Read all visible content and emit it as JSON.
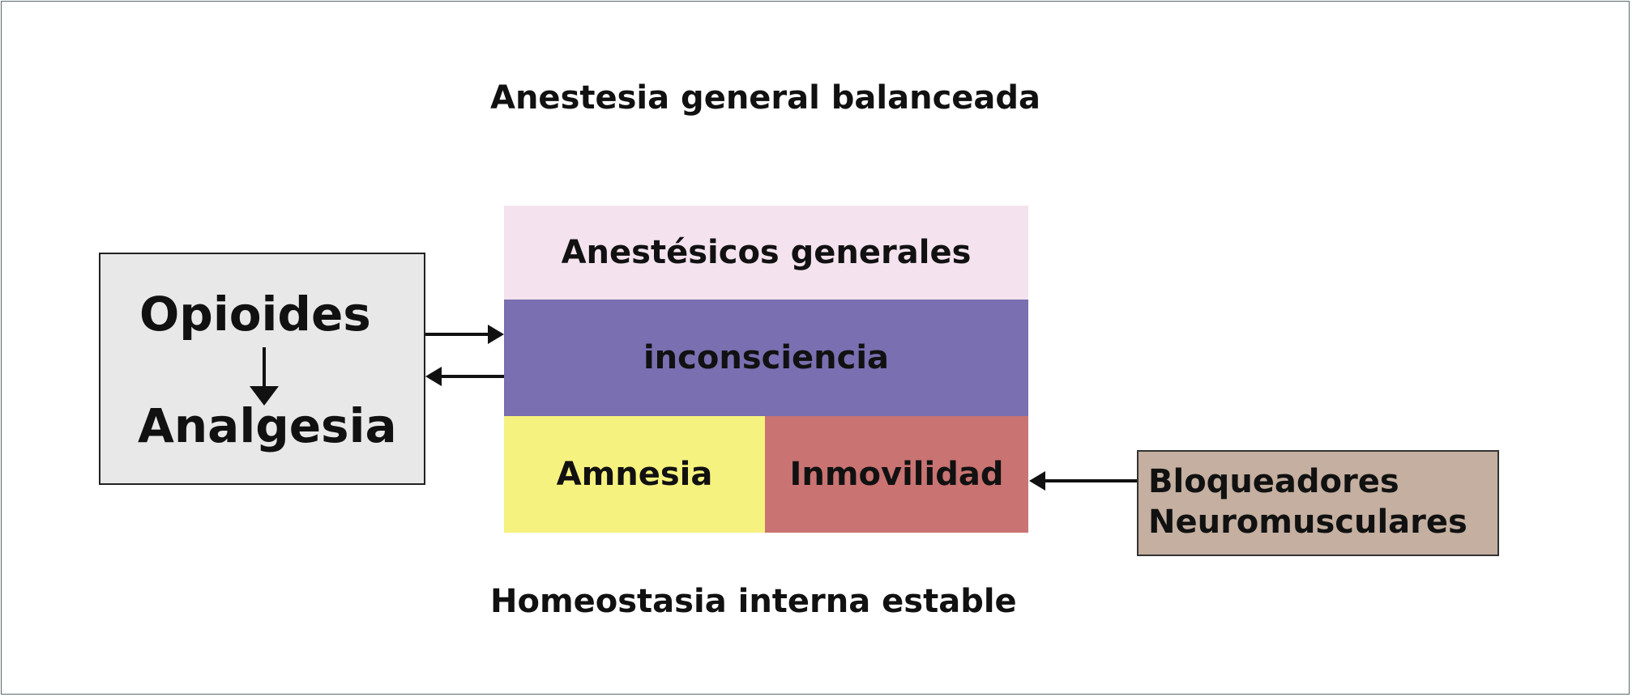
{
  "title": "Anestesia general balanceada",
  "footer": "Homeostasia interna estable",
  "stack": {
    "top": "Anestésicos generales",
    "middle": "inconsciencia",
    "bottom_left": "Amnesia",
    "bottom_right": "Inmovilidad"
  },
  "left_box": {
    "line1": "Opioides",
    "line2": "Analgesia"
  },
  "right_box": {
    "line1": "Bloqueadores",
    "line2": "Neuromusculares"
  },
  "colors": {
    "pink": "#f4e3ef",
    "purple": "#7a6fb0",
    "yellow": "#f6f27f",
    "red": "#c97373",
    "gray": "#e8e8e8",
    "tan": "#c4afa0"
  }
}
